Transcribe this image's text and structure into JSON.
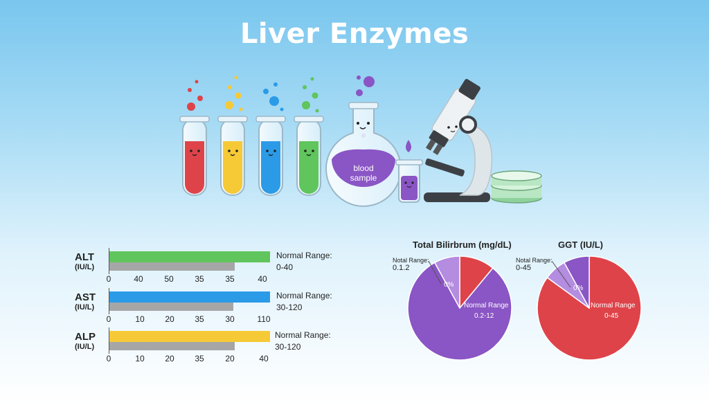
{
  "title": "Liver Enzymes",
  "illustration": {
    "flask_label_1": "blood",
    "flask_label_2": "sample"
  },
  "colors": {
    "green": "#5fc55c",
    "blue": "#2b9be8",
    "yellow": "#f6c936",
    "gray": "#a6a6a6",
    "red": "#de4349",
    "purple": "#8a55c4",
    "light_purple": "#b48ce0"
  },
  "chart_data": [
    {
      "type": "bar",
      "name": "ALT",
      "unit": "(IU/L)",
      "tick_labels": [
        "0",
        "40",
        "50",
        "35",
        "35",
        "40"
      ],
      "series": [
        {
          "color": "green",
          "fraction": 1.0
        },
        {
          "color": "gray",
          "fraction": 0.78
        }
      ],
      "normal_range_label": "Normal Range:",
      "normal_range_value": "0-40"
    },
    {
      "type": "bar",
      "name": "AST",
      "unit": "(IU/L)",
      "tick_labels": [
        "0",
        "10",
        "20",
        "35",
        "30",
        "110"
      ],
      "series": [
        {
          "color": "blue",
          "fraction": 1.0
        },
        {
          "color": "gray",
          "fraction": 0.77
        }
      ],
      "normal_range_label": "Normal Range:",
      "normal_range_value": "30-120"
    },
    {
      "type": "bar",
      "name": "ALP",
      "unit": "(IU/L)",
      "tick_labels": [
        "0",
        "10",
        "20",
        "35",
        "20",
        "40"
      ],
      "series": [
        {
          "color": "yellow",
          "fraction": 1.0
        },
        {
          "color": "gray",
          "fraction": 0.78
        }
      ],
      "normal_range_label": "Normal Range:",
      "normal_range_value": "30-120"
    },
    {
      "type": "pie",
      "title": "Total Bilirbrum (mg/dL)",
      "slices": [
        {
          "color": "red",
          "value": 11
        },
        {
          "color": "purple",
          "value": 81
        },
        {
          "color": "light_purple",
          "value": 8
        }
      ],
      "inner_label_1": "0%",
      "inner_label_2": "Normal Range",
      "inner_label_3": "0.2-12",
      "outer_label_1": "Notal Range:",
      "outer_label_2": "0.1.2"
    },
    {
      "type": "pie",
      "title": "GGT (IU/L)",
      "slices": [
        {
          "color": "red",
          "value": 85
        },
        {
          "color": "light_purple",
          "value": 7
        },
        {
          "color": "purple",
          "value": 8
        }
      ],
      "inner_label_1": "0%",
      "inner_label_2": "Normal Range",
      "inner_label_3": "0-45",
      "outer_label_1": "Notal Range:",
      "outer_label_2": "0-45"
    }
  ]
}
